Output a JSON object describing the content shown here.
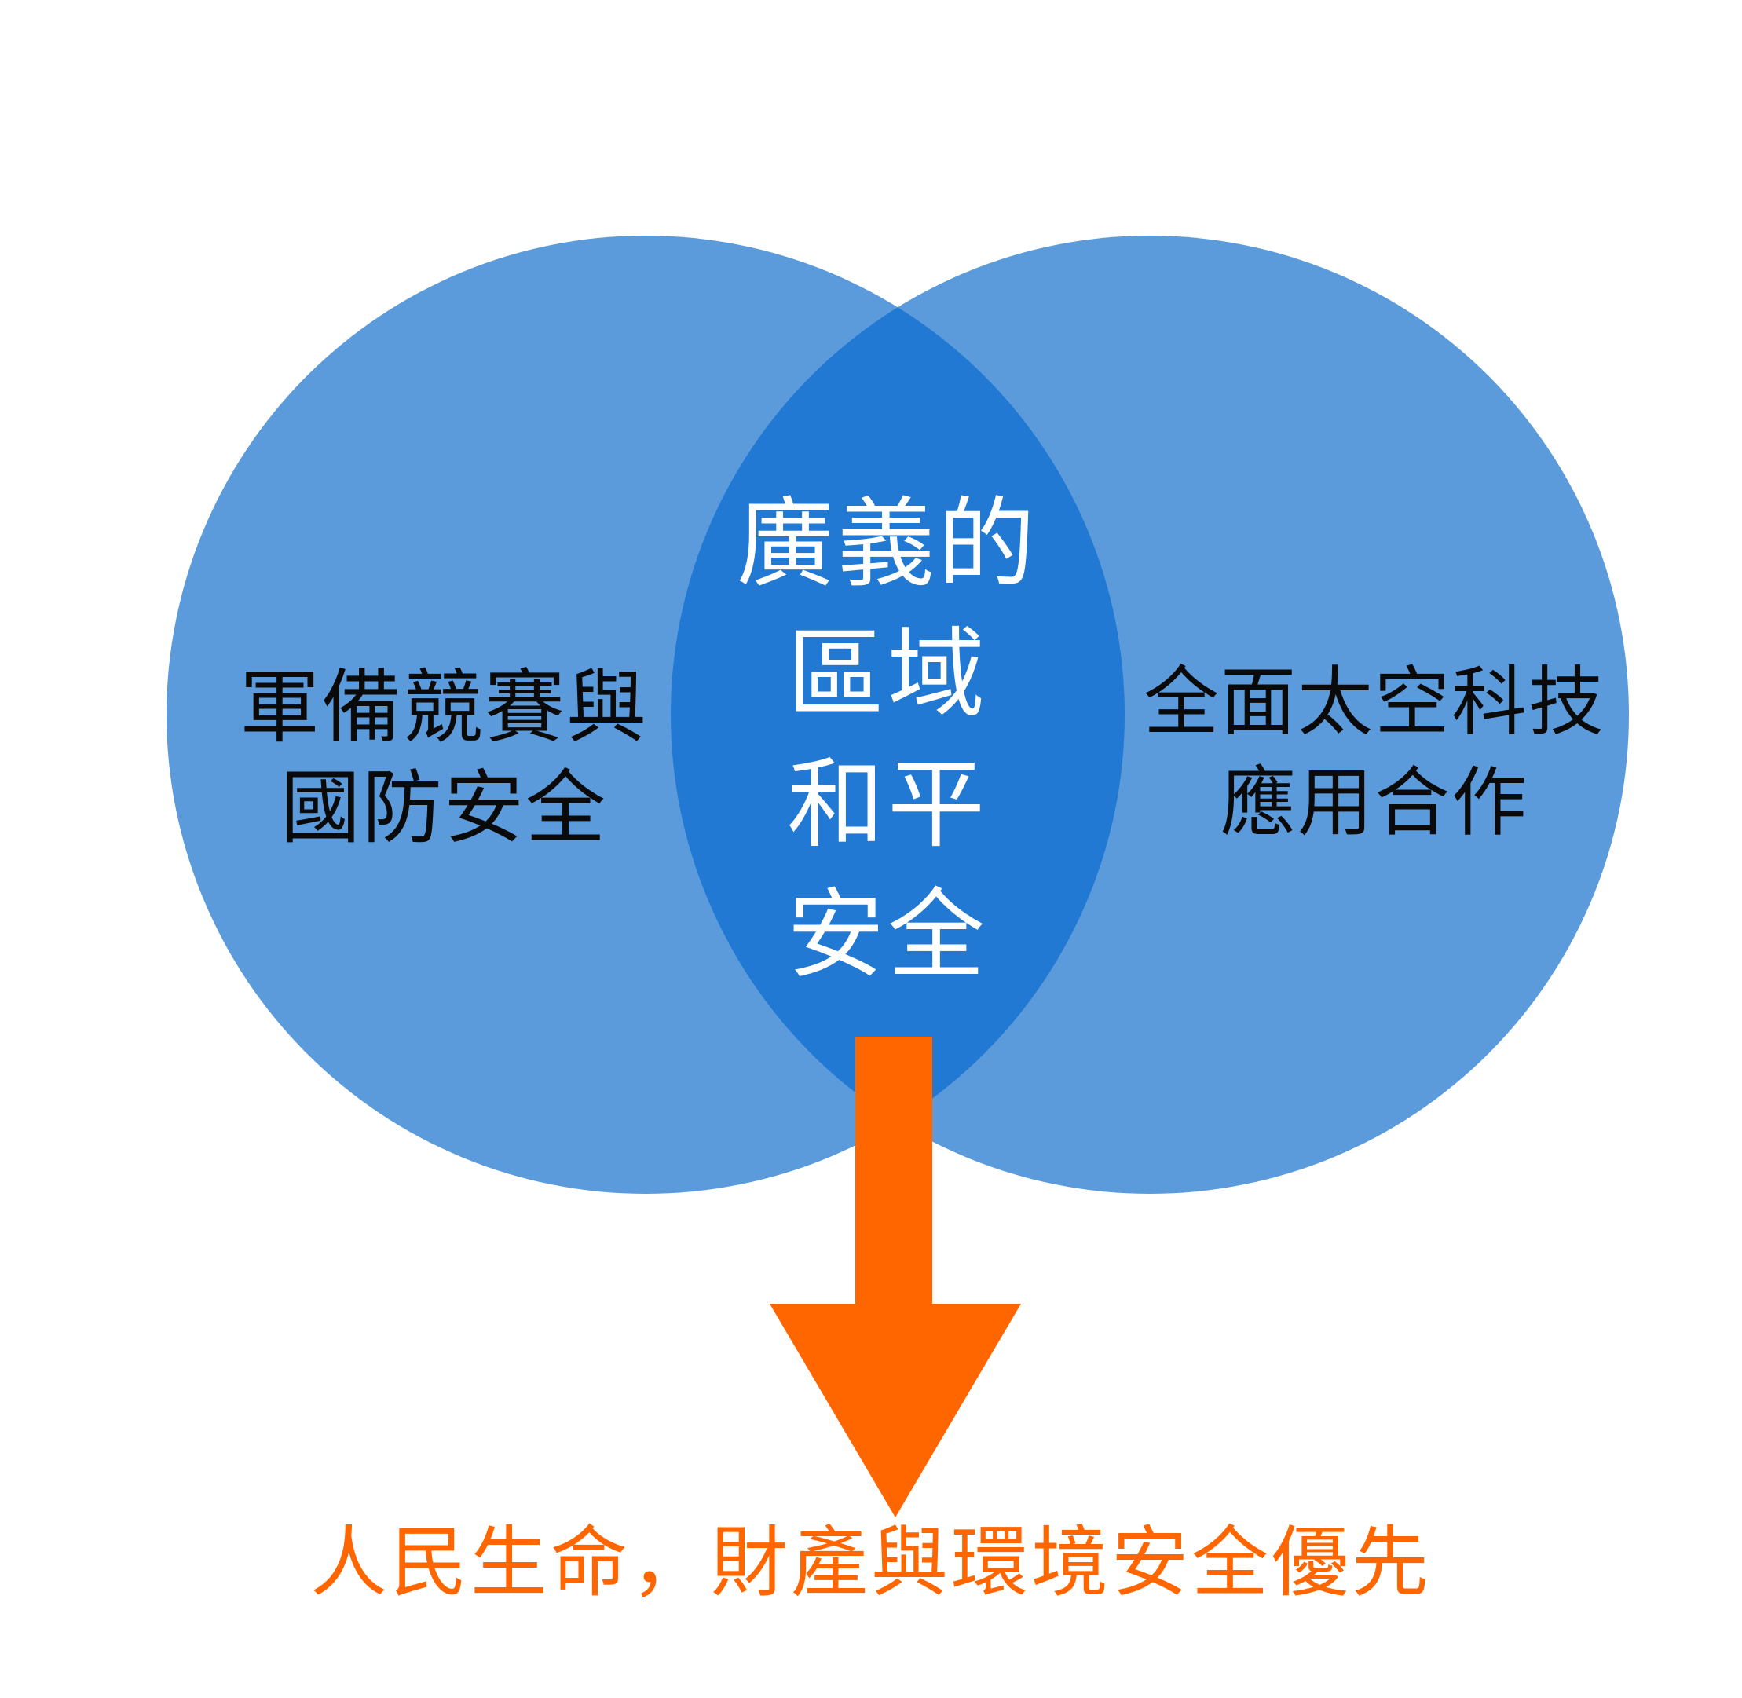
{
  "diagram": {
    "type": "venn",
    "left_circle": {
      "lines": [
        "軍備競賽與",
        "國防安全"
      ]
    },
    "right_circle": {
      "lines": [
        "全面太空科技",
        "應用合作"
      ]
    },
    "intersection": {
      "lines": [
        "廣義的",
        "區域",
        "和平",
        "安全"
      ]
    },
    "outcome": {
      "text": "人民生命，財產與環境安全優先"
    },
    "colors": {
      "circle": "#5b9bdc",
      "intersection": "#2279d3",
      "arrow": "#ff6600",
      "outcome_text": "#ff6600",
      "intersection_text": "#ffffff",
      "circle_text": "#0a0a0a"
    }
  }
}
